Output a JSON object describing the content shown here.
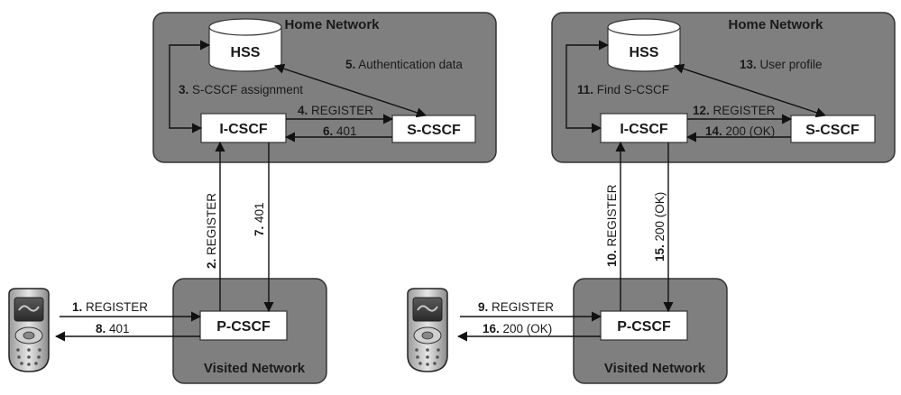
{
  "left": {
    "home_network": "Home Network",
    "visited_network": "Visited Network",
    "hss": "HSS",
    "icscf": "I-CSCF",
    "scscf": "S-CSCF",
    "pcscf": "P-CSCF",
    "steps": {
      "s1": {
        "num": "1.",
        "text": " REGISTER"
      },
      "s2": {
        "num": "2.",
        "text": " REGISTER"
      },
      "s3": {
        "num": "3.",
        "text": " S-CSCF assignment"
      },
      "s4": {
        "num": "4.",
        "text": " REGISTER"
      },
      "s5": {
        "num": "5.",
        "text": " Authentication data"
      },
      "s6": {
        "num": "6.",
        "text": " 401"
      },
      "s7": {
        "num": "7.",
        "text": " 401"
      },
      "s8": {
        "num": "8.",
        "text": " 401"
      }
    }
  },
  "right": {
    "home_network": "Home Network",
    "visited_network": "Visited Network",
    "hss": "HSS",
    "icscf": "I-CSCF",
    "scscf": "S-CSCF",
    "pcscf": "P-CSCF",
    "steps": {
      "s9": {
        "num": "9.",
        "text": " REGISTER"
      },
      "s10": {
        "num": "10.",
        "text": " REGISTER"
      },
      "s11": {
        "num": "11.",
        "text": " Find S-CSCF"
      },
      "s12": {
        "num": "12.",
        "text": " REGISTER"
      },
      "s13": {
        "num": "13.",
        "text": " User profile"
      },
      "s14": {
        "num": "14.",
        "text": " 200 (OK)"
      },
      "s15": {
        "num": "15.",
        "text": " 200 (OK)"
      },
      "s16": {
        "num": "16.",
        "text": " 200 (OK)"
      }
    }
  },
  "colors": {
    "region_fill": "#7f7f7f",
    "node_fill": "#ffffff",
    "line": "#111111"
  },
  "icons": [
    "mobile-phone-icon",
    "database-cylinder-icon"
  ]
}
